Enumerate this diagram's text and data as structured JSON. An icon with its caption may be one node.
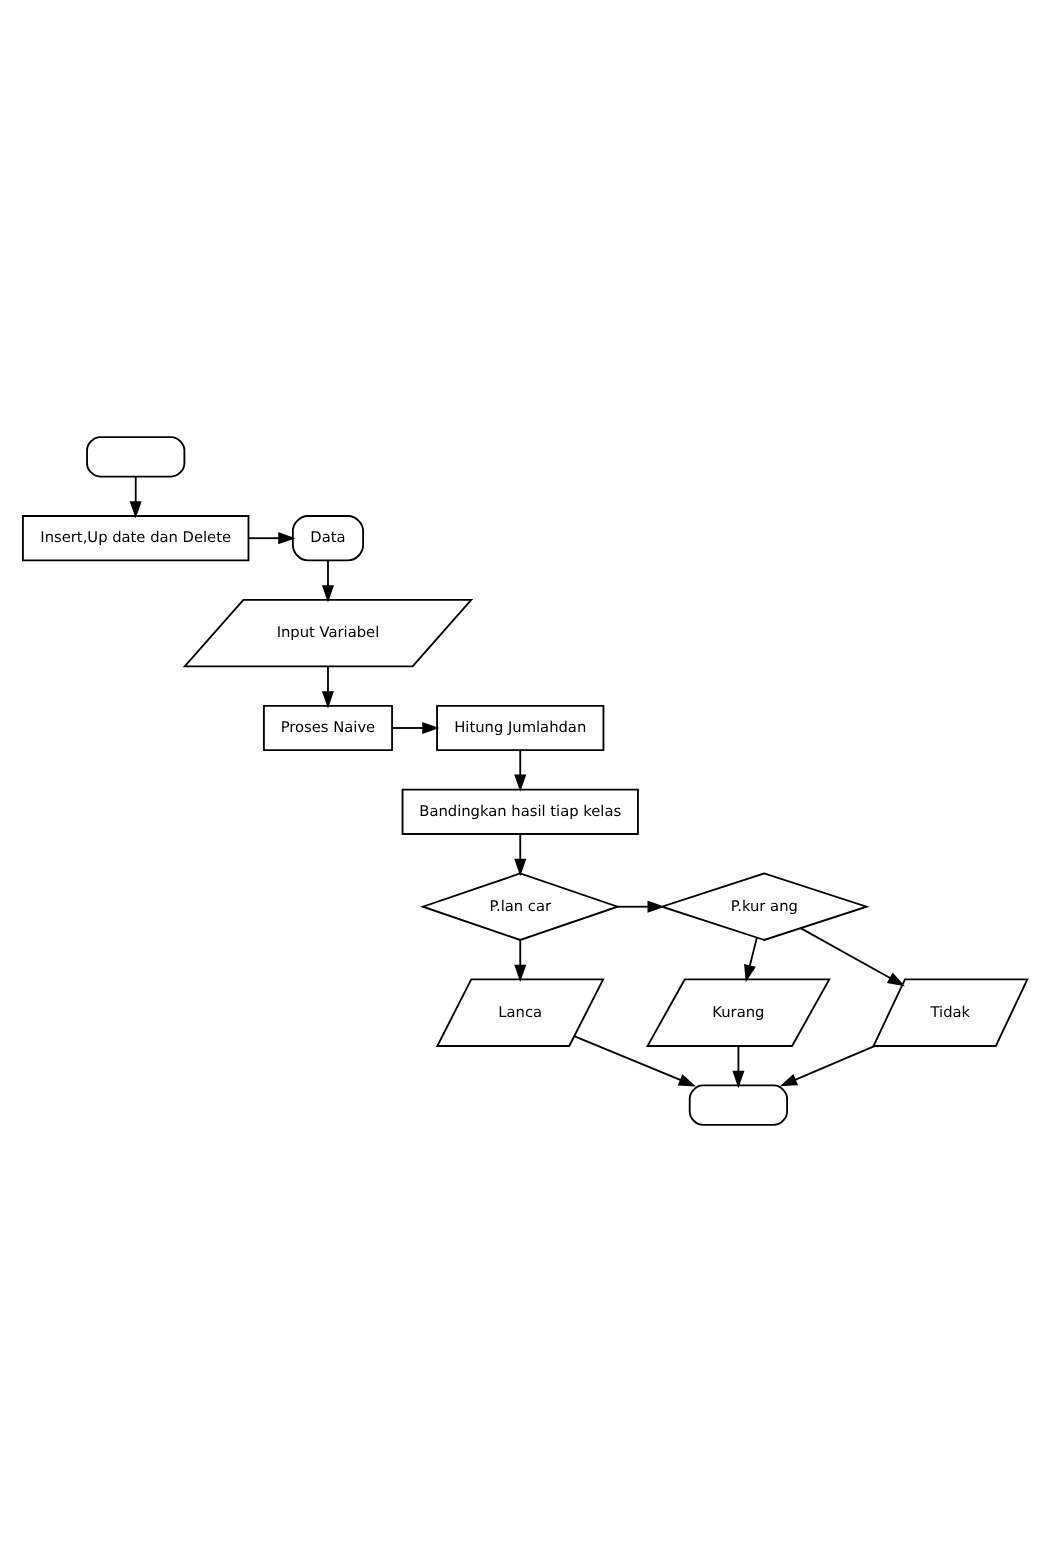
{
  "diagram": {
    "nodes": [
      {
        "text": [],
        "shape": "box"
      },
      {
        "text": [
          "Insert,Up date dan Delete"
        ]
      },
      {
        "text": [
          "Data"
        ]
      },
      {
        "text": [
          "Input Variabel"
        ]
      },
      {
        "text": [
          "Proses Naive"
        ]
      },
      {
        "text": [
          "Hitung Jumlahdan"
        ]
      },
      {
        "text": [
          "Bandingkan hasil tiap kelas"
        ]
      },
      {
        "text": [
          "P.lan car"
        ]
      },
      {
        "text": [
          "P.kur ang"
        ]
      },
      {
        "text": [
          "Lanca"
        ]
      },
      {
        "text": [
          "Kurang"
        ]
      },
      {
        "text": [
          "Tidak"
        ]
      },
      {
        "text": [],
        "shape": "box"
      }
    ],
    "edges": [
      {
        "from": 0,
        "to": 1,
        "arrow": "to"
      },
      {
        "from": 1,
        "to": 2,
        "arrow": "to"
      },
      {
        "from": 2,
        "to": 3,
        "arrow": "to"
      },
      {
        "from": 3,
        "to": 4,
        "arrow": "to"
      },
      {
        "from": 4,
        "to": 5,
        "arrow": "to"
      },
      {
        "from": 5,
        "to": 6,
        "arrow": "to"
      },
      {
        "from": 6,
        "to": 7,
        "arrow": "to"
      },
      {
        "from": 7,
        "to": 8,
        "arrow": "to"
      },
      {
        "from": 7,
        "to": 9,
        "arrow": "to"
      },
      {
        "from": 8,
        "to": 10,
        "arrow": "to"
      },
      {
        "from": 8,
        "to": 11,
        "arrow": "to"
      },
      {
        "from": 9,
        "to": 12,
        "arrow": "to"
      },
      {
        "from": 10,
        "to": 12,
        "arrow": "to"
      },
      {
        "from": 11,
        "to": 12,
        "arrow": "to"
      }
    ]
  }
}
